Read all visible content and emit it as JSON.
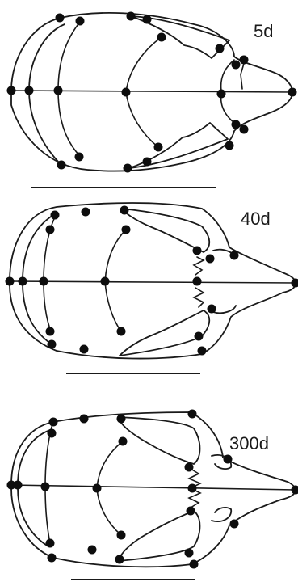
{
  "panels": [
    {
      "id": "skull-5d",
      "age_label": "5d"
    },
    {
      "id": "skull-40d",
      "age_label": "40d"
    },
    {
      "id": "skull-300d",
      "age_label": "300d"
    }
  ],
  "colors": {
    "ink": "#1a1a1a",
    "landmark": "#0d0d0d",
    "background": "#ffffff"
  }
}
